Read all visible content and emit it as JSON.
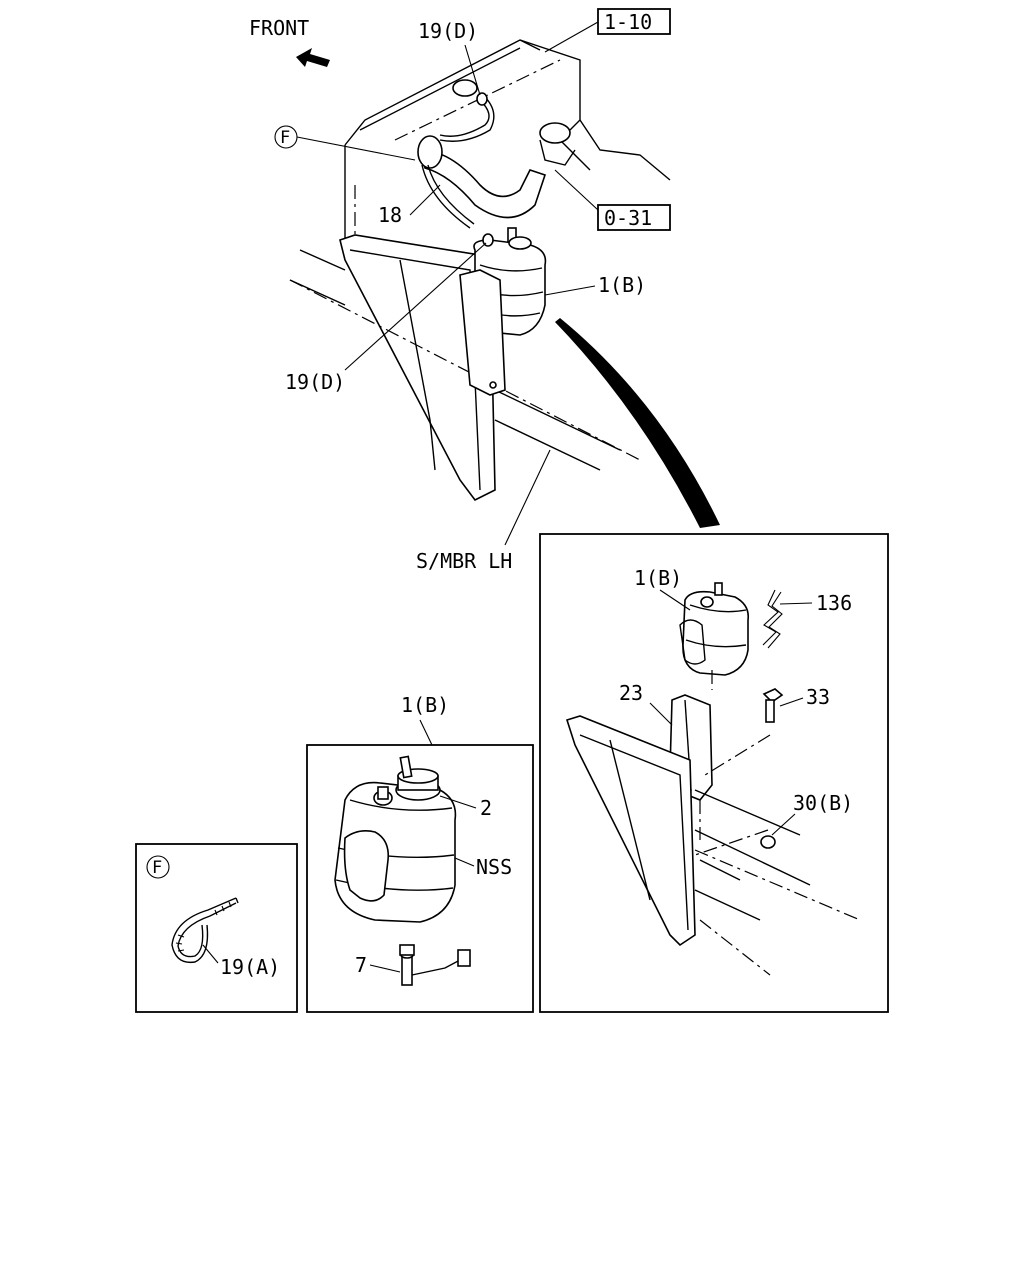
{
  "front_label": "FRONT",
  "labels": {
    "ref_1_10": "1-10",
    "ref_0_31": "0-31",
    "p19d_top": "19(D)",
    "pF": "F",
    "p18": "18",
    "p1b_main": "1(B)",
    "p19d_low": "19(D)",
    "smbr": "S/MBR LH",
    "p1b_detail": "1(B)",
    "p136": "136",
    "p23": "23",
    "p33": "33",
    "p30b": "30(B)",
    "p1b_tank": "1(B)",
    "p2": "2",
    "pNSS": "NSS",
    "p7": "7",
    "pF_box": "F",
    "p19a": "19(A)"
  }
}
